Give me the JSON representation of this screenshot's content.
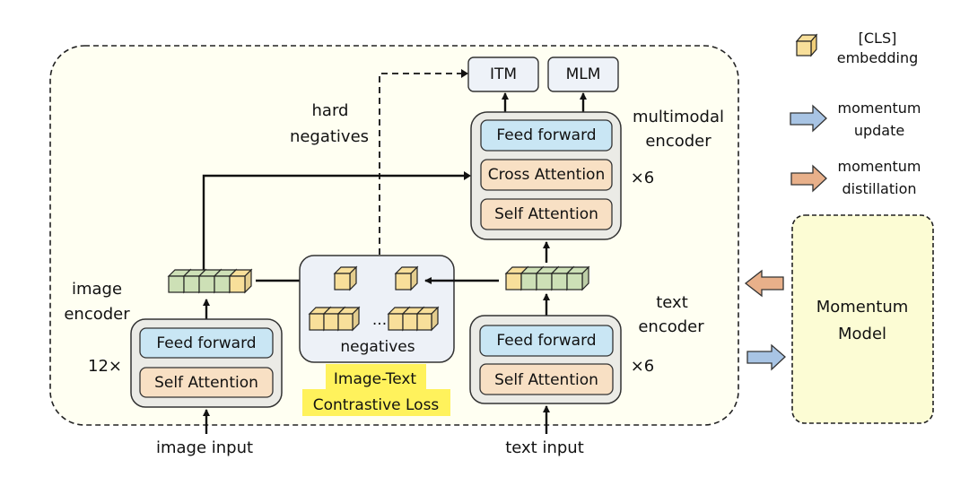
{
  "colors": {
    "outer_bg": "#fffff2",
    "momentum_bg": "#fcfcd4",
    "encoder_bg": "#ebebe6",
    "feed_forward": "#c9e6f4",
    "attention": "#f8e0c4",
    "head_box": "#eef2f8",
    "negatives_box": "#edf1f7",
    "cls_cube": "#f8df9a",
    "token_cube": "#cde0b6",
    "highlight": "#fff25c",
    "momentum_update_arrow": "#a8c4e4",
    "momentum_distill_arrow": "#e8b08a"
  },
  "heads": {
    "itm": "ITM",
    "mlm": "MLM"
  },
  "multimodal_encoder": {
    "label_line1": "multimodal",
    "label_line2": "encoder",
    "repeat": "×6",
    "layers": [
      "Feed forward",
      "Cross Attention",
      "Self Attention"
    ]
  },
  "image_encoder": {
    "label_line1": "image",
    "label_line2": "encoder",
    "repeat": "12×",
    "layers": [
      "Feed forward",
      "Self Attention"
    ],
    "input_label": "image input"
  },
  "text_encoder": {
    "label_line1": "text",
    "label_line2": "encoder",
    "repeat": "×6",
    "layers": [
      "Feed forward",
      "Self Attention"
    ],
    "input_label": "text input"
  },
  "contrastive": {
    "negatives_label": "negatives",
    "ellipsis": "...",
    "loss_line1": "Image-Text",
    "loss_line2": "Contrastive Loss"
  },
  "hard_negatives": {
    "line1": "hard",
    "line2": "negatives"
  },
  "legend": {
    "cls_line1": "[CLS]",
    "cls_line2": "embedding",
    "update_line1": "momentum",
    "update_line2": "update",
    "distill_line1": "momentum",
    "distill_line2": "distillation"
  },
  "momentum_model": {
    "line1": "Momentum",
    "line2": "Model"
  }
}
